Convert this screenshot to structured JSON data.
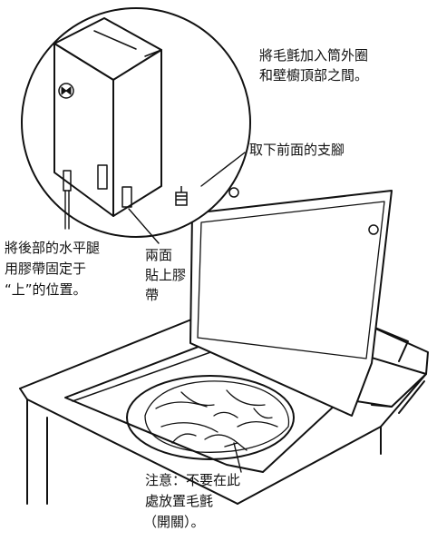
{
  "labels": {
    "blanket_placement": [
      "將毛氈加入筒外圈",
      "和壁櫥頂部之間。"
    ],
    "remove_front_feet": [
      "取下前面的支腳"
    ],
    "rear_leveling_legs": [
      "將後部的水平腿",
      "用膠帶固定于",
      "“上”的位置。"
    ],
    "tape_both_sides": [
      "兩面",
      "貼上膠",
      "帶"
    ],
    "caution_lid": [
      "注意：不要在此",
      "處放置毛氈",
      "（開關）。"
    ]
  },
  "colors": {
    "line": "#111111",
    "background": "#ffffff"
  }
}
